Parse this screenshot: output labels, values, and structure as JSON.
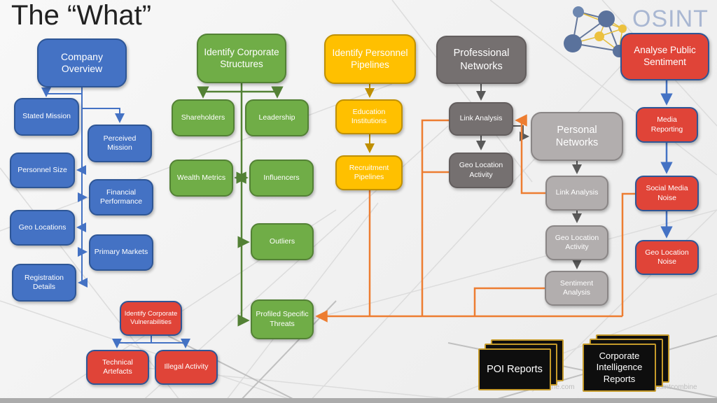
{
  "title": "The “What”",
  "brand": {
    "logo_text": "OSINT"
  },
  "nodes": {
    "company_overview": "Company Overview",
    "stated_mission": "Stated Mission",
    "perceived_mission": "Perceived Mission",
    "personnel_size": "Personnel Size",
    "financial_performance": "Financial Performance",
    "geo_locations": "Geo Locations",
    "primary_markets": "Primary Markets",
    "registration_details": "Registration Details",
    "identify_corporate_structures": "Identify Corporate Structures",
    "shareholders": "Shareholders",
    "leadership": "Leadership",
    "wealth_metrics": "Wealth Metrics",
    "influencers": "Influencers",
    "outliers": "Outliers",
    "profiled_specific_threats": "Profiled Specific Threats",
    "identify_personnel_pipelines": "Identify Personnel Pipelines",
    "education_institutions": "Education Institutions",
    "recruitment_pipelines": "Recruitment Pipelines",
    "professional_networks": "Professional Networks",
    "prof_link_analysis": "Link Analysis",
    "prof_geo_location_activity": "Geo Location Activity",
    "personal_networks": "Personal Networks",
    "pers_link_analysis": "Link Analysis",
    "pers_geo_location_activity": "Geo Location Activity",
    "sentiment_analysis": "Sentiment Analysis",
    "analyse_public_sentiment": "Analyse Public Sentiment",
    "media_reporting": "Media Reporting",
    "social_media_noise": "Social Media Noise",
    "geo_location_noise": "Geo Location Noise",
    "identify_corporate_vulnerabilities": "Identify Corporate Vulnerabilities",
    "technical_artefacts": "Technical Artefacts",
    "illegal_activity": "Illegal Activity"
  },
  "reports": {
    "poi": "POI Reports",
    "corporate": "Corporate Intelligence Reports"
  },
  "watermarks": {
    "left": "bine.com",
    "right": "one.com | @osintcombine"
  },
  "connections": [
    {
      "from": "company_overview",
      "to": "stated_mission",
      "color": "blue"
    },
    {
      "from": "company_overview",
      "to": "perceived_mission",
      "color": "blue"
    },
    {
      "from": "company_overview",
      "to": "personnel_size",
      "color": "blue"
    },
    {
      "from": "company_overview",
      "to": "financial_performance",
      "color": "blue"
    },
    {
      "from": "company_overview",
      "to": "geo_locations",
      "color": "blue"
    },
    {
      "from": "company_overview",
      "to": "primary_markets",
      "color": "blue"
    },
    {
      "from": "company_overview",
      "to": "registration_details",
      "color": "blue"
    },
    {
      "from": "identify_corporate_structures",
      "to": "shareholders",
      "color": "green"
    },
    {
      "from": "identify_corporate_structures",
      "to": "leadership",
      "color": "green"
    },
    {
      "from": "identify_corporate_structures",
      "to": "wealth_metrics",
      "color": "green"
    },
    {
      "from": "identify_corporate_structures",
      "to": "influencers",
      "color": "green"
    },
    {
      "from": "identify_corporate_structures",
      "to": "outliers",
      "color": "green"
    },
    {
      "from": "identify_corporate_structures",
      "to": "profiled_specific_threats",
      "color": "green"
    },
    {
      "from": "identify_personnel_pipelines",
      "to": "education_institutions",
      "color": "amber"
    },
    {
      "from": "education_institutions",
      "to": "recruitment_pipelines",
      "color": "amber"
    },
    {
      "from": "recruitment_pipelines",
      "to": "profiled_specific_threats",
      "color": "orange"
    },
    {
      "from": "professional_networks",
      "to": "prof_link_analysis",
      "color": "gray"
    },
    {
      "from": "prof_link_analysis",
      "to": "prof_geo_location_activity",
      "color": "gray"
    },
    {
      "from": "prof_link_analysis",
      "to": "personal_networks",
      "color": "gray"
    },
    {
      "from": "prof_link_analysis",
      "to": "profiled_specific_threats",
      "color": "orange"
    },
    {
      "from": "prof_geo_location_activity",
      "to": "profiled_specific_threats",
      "color": "orange"
    },
    {
      "from": "personal_networks",
      "to": "pers_link_analysis",
      "color": "gray"
    },
    {
      "from": "pers_link_analysis",
      "to": "pers_geo_location_activity",
      "color": "gray"
    },
    {
      "from": "pers_geo_location_activity",
      "to": "sentiment_analysis",
      "color": "gray"
    },
    {
      "from": "pers_link_analysis",
      "to": "prof_link_analysis",
      "color": "orange"
    },
    {
      "from": "sentiment_analysis",
      "to": "profiled_specific_threats",
      "color": "orange"
    },
    {
      "from": "analyse_public_sentiment",
      "to": "media_reporting",
      "color": "blue"
    },
    {
      "from": "media_reporting",
      "to": "social_media_noise",
      "color": "blue"
    },
    {
      "from": "social_media_noise",
      "to": "geo_location_noise",
      "color": "blue"
    },
    {
      "from": "social_media_noise",
      "to": "profiled_specific_threats",
      "color": "orange"
    },
    {
      "from": "identify_corporate_vulnerabilities",
      "to": "technical_artefacts",
      "color": "blue"
    },
    {
      "from": "identify_corporate_vulnerabilities",
      "to": "illegal_activity",
      "color": "blue"
    }
  ],
  "colors": {
    "blue": "#4472C4",
    "green": "#70AD47",
    "yellow": "#FFC000",
    "dark_gray": "#757070",
    "light_gray": "#B2AEAE",
    "red": "#E04438",
    "orange": "#ED7D31",
    "amber": "#BF8F00",
    "navy_border": "#2E5696",
    "gold": "#C59A2A"
  }
}
